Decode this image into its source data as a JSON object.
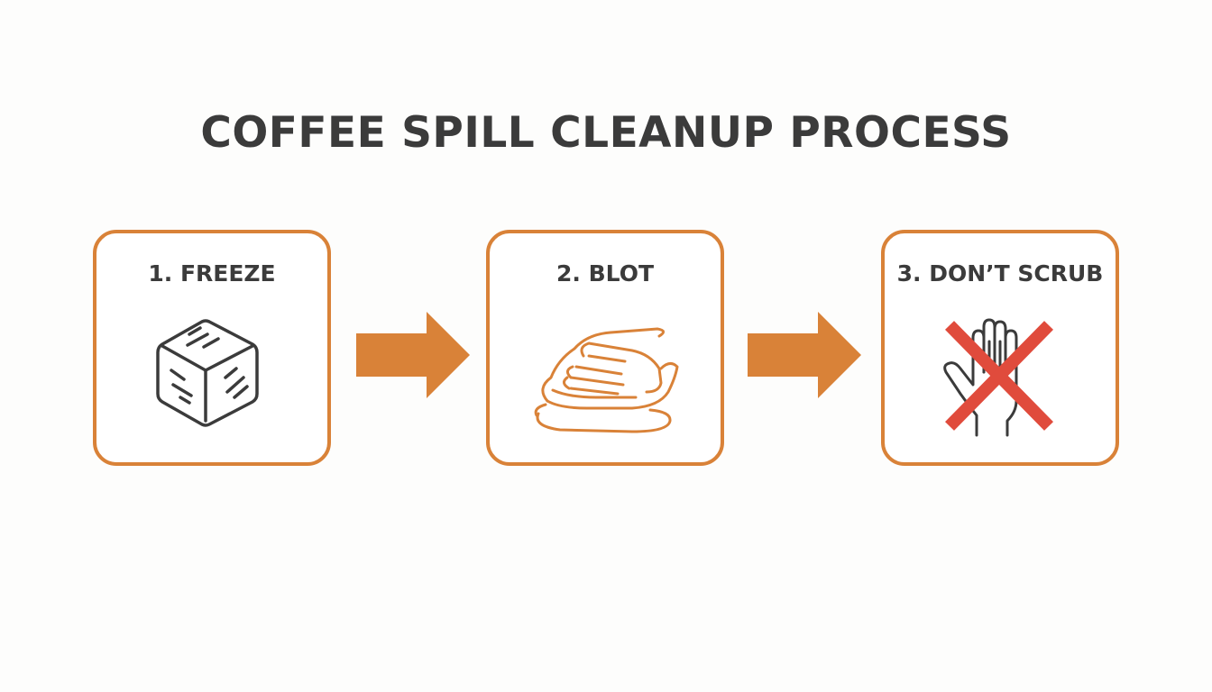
{
  "title": "COFFEE SPILL CLEANUP PROCESS",
  "colors": {
    "accent": "#d98238",
    "text": "#3b3b3b",
    "cross": "#e04b3c"
  },
  "steps": [
    {
      "label": "1. FREEZE",
      "icon": "ice-cube-icon"
    },
    {
      "label": "2. BLOT",
      "icon": "hand-blotting-spill-icon"
    },
    {
      "label": "3. DON’T SCRUB",
      "icon": "crossed-out-hand-icon"
    }
  ]
}
